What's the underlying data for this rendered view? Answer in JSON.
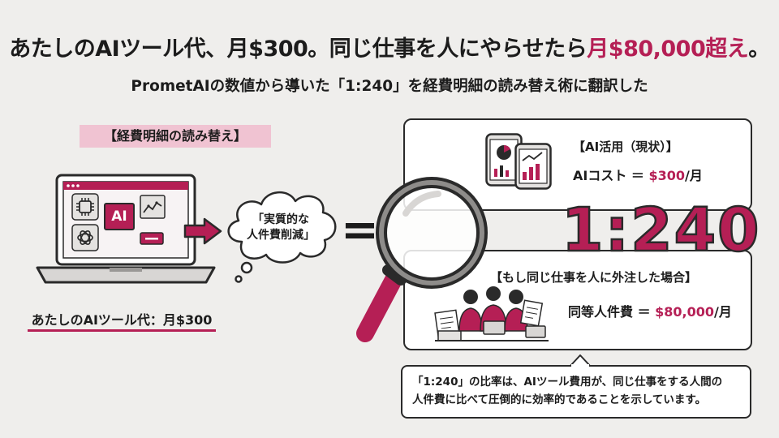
{
  "headline": {
    "prefix": "あたしのAIツール代、月$300。同じ仕事を人にやらせたら",
    "accent": "月$80,000超え",
    "suffix": "。"
  },
  "subtitle": "PrometAIの数値から導いた「1:240」を経費明細の読み替え術に翻訳した",
  "left_panel": {
    "section_label": "【経費明細の読み替え】",
    "laptop_screen_badge": "AI",
    "laptop_caption": "あたしのAIツール代：月$300",
    "thought_cloud": [
      "「実質的な",
      "人件費削減」"
    ]
  },
  "equals_sign": "=",
  "current_box": {
    "label": "【AI活用（現状）】",
    "value_prefix": "AIコスト ＝ ",
    "value_amount": "$300",
    "value_suffix": "/月"
  },
  "ratio": "1:240",
  "outsource_box": {
    "label": "【もし同じ仕事を人に外注した場合】",
    "value_prefix": "同等人件費 ＝ ",
    "value_amount": "$80,000",
    "value_suffix": "/月"
  },
  "note": {
    "line1": "「1:240」の比率は、AIツール費用が、同じ仕事をする人間の",
    "line2": "人件費に比べて圧倒的に効率的であることを示しています。"
  },
  "colors": {
    "accent": "#b51f55",
    "accent_light": "#f0c3d2",
    "background": "#efeeec",
    "outline": "#2a2a2a"
  },
  "icons": [
    "laptop-icon",
    "chip-icon",
    "line-chart-icon",
    "openai-logo-icon",
    "arrow-right-icon",
    "thought-cloud-icon",
    "magnifying-glass-icon",
    "tablet-pie-chart-icon",
    "tablet-bar-chart-icon",
    "office-workers-icon"
  ]
}
